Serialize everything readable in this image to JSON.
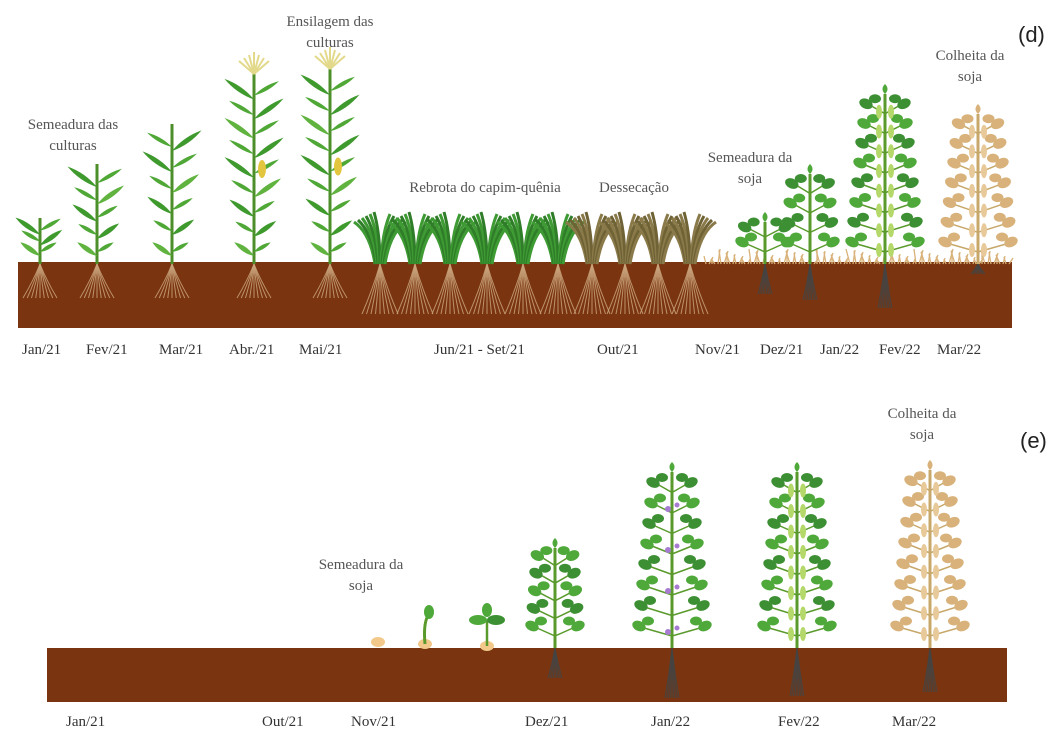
{
  "panel_d": {
    "letter": "(d)",
    "annotations": {
      "sowing_crops": "Semeadura das culturas",
      "silage": "Ensilagem das culturas",
      "regrowth": "Rebrota do capim-quênia",
      "desiccation": "Dessecação",
      "soy_sowing": "Semeadura da soja",
      "soy_harvest": "Colheita da soja"
    },
    "months": [
      "Jan/21",
      "Fev/21",
      "Mar/21",
      "Abr./21",
      "Mai/21",
      "Jun/21 - Set/21",
      "Out/21",
      "Nov/21",
      "Dez/21",
      "Jan/22",
      "Fev/22",
      "Mar/22"
    ]
  },
  "panel_e": {
    "letter": "(e)",
    "annotations": {
      "soy_sowing": "Semeadura da soja",
      "soy_harvest": "Colheita da soja"
    },
    "months": [
      "Jan/21",
      "Out/21",
      "Nov/21",
      "Dez/21",
      "Jan/22",
      "Fev/22",
      "Mar/22"
    ]
  },
  "colors": {
    "soil": "#7a3510",
    "leaf_green": "#3f9a2e",
    "dry_straw": "#d8b27a",
    "dead_grass": "#8a7a4a",
    "root": "#c9a27a",
    "flower": "#a77bd1",
    "tassel": "#e3d98a"
  },
  "icons": [
    "maize-plant-icon",
    "grass-clump-icon",
    "soybean-plant-icon",
    "dry-soybean-icon",
    "seed-icon"
  ]
}
